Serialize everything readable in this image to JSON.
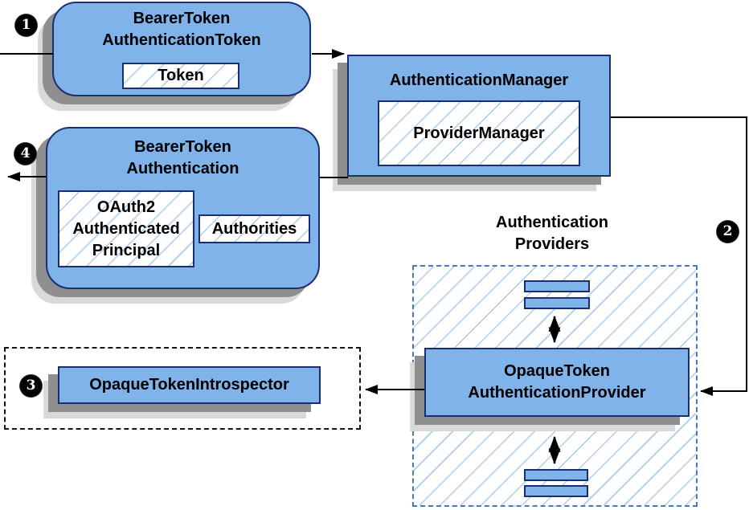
{
  "colors": {
    "node_fill": "#7FB3EA",
    "node_border": "#1A2F6E",
    "hatch_line": "#A9CCEF",
    "providers_dash_border": "#4878C0",
    "introspector_dash_border": "#141414",
    "shadow_dark": "#8F8F8F",
    "shadow_light": "#D9D9D9",
    "connector": "#000000"
  },
  "markers": {
    "step1": "1",
    "step2": "2",
    "step3": "3",
    "step4": "4"
  },
  "nodes": {
    "bearer_token_authentication_token": {
      "title": [
        "BearerToken",
        "AuthenticationToken"
      ],
      "token_label": "Token"
    },
    "authentication_manager": {
      "title": "AuthenticationManager",
      "provider_manager_label": "ProviderManager"
    },
    "bearer_token_authentication": {
      "title": [
        "BearerToken",
        "Authentication"
      ],
      "principal_label": [
        "OAuth2",
        "Authenticated",
        "Principal"
      ],
      "authorities_label": "Authorities"
    },
    "authentication_providers": {
      "group_label": [
        "Authentication",
        "Providers"
      ],
      "provider_title": [
        "OpaqueToken",
        "AuthenticationProvider"
      ]
    },
    "opaque_token_introspector": {
      "label": "OpaqueTokenIntrospector"
    }
  }
}
